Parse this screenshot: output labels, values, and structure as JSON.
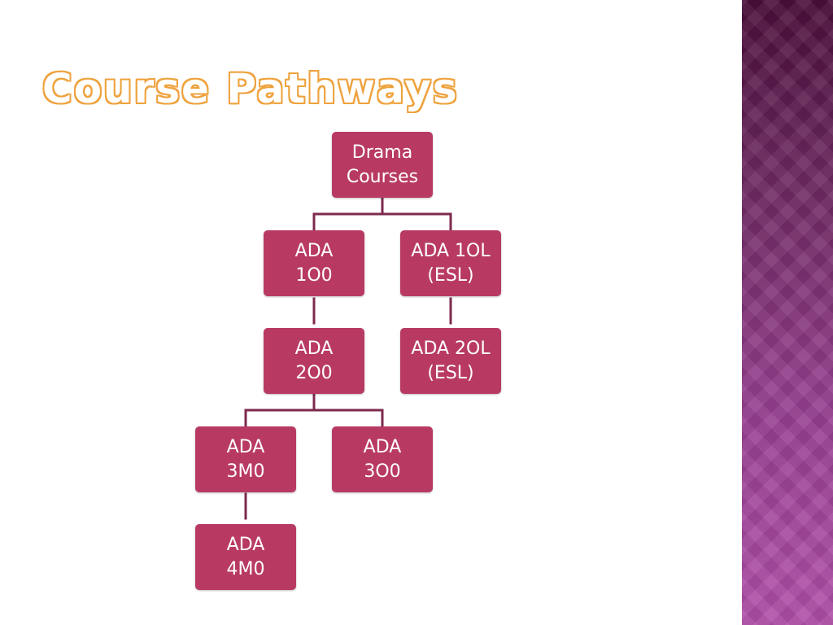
{
  "slide": {
    "title": "Course Pathways",
    "accent_color": "#eea23d",
    "node_color": "#b83a63",
    "connector_color": "#7d2a4d"
  },
  "diagram": {
    "nodes": [
      {
        "id": "drama",
        "lines": [
          "Drama",
          "Courses"
        ],
        "parent": null
      },
      {
        "id": "ada1o0",
        "lines": [
          "ADA",
          "1O0"
        ],
        "parent": "drama"
      },
      {
        "id": "ada1ol",
        "lines": [
          "ADA 1OL",
          "(ESL)"
        ],
        "parent": "drama"
      },
      {
        "id": "ada2o0",
        "lines": [
          "ADA",
          "2O0"
        ],
        "parent": "ada1o0"
      },
      {
        "id": "ada2ol",
        "lines": [
          "ADA 2OL",
          "(ESL)"
        ],
        "parent": "ada1ol"
      },
      {
        "id": "ada3m0",
        "lines": [
          "ADA",
          "3M0"
        ],
        "parent": "ada2o0"
      },
      {
        "id": "ada3o0",
        "lines": [
          "ADA",
          "3O0"
        ],
        "parent": "ada2o0"
      },
      {
        "id": "ada4m0",
        "lines": [
          "ADA",
          "4M0"
        ],
        "parent": "ada3m0"
      }
    ]
  }
}
